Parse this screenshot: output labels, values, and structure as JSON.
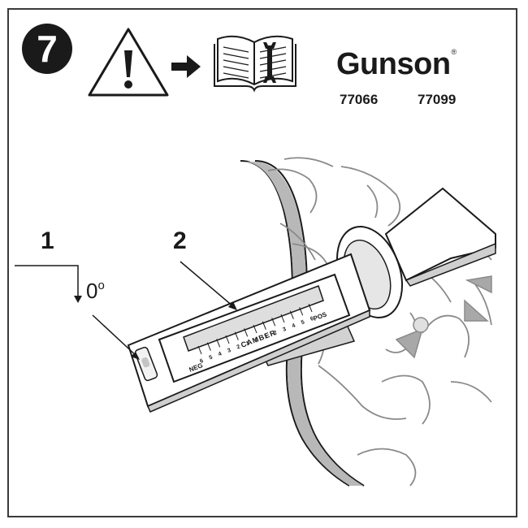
{
  "step_number": "7",
  "brand": {
    "name": "Gunson",
    "mark": "®"
  },
  "product_codes": [
    "77066",
    "77099"
  ],
  "callouts": {
    "one": "1",
    "two": "2"
  },
  "zero_angle": {
    "value": "0",
    "unit": "o"
  },
  "gauge": {
    "neg_label": "NEG",
    "pos_label": "POS",
    "scale_title": "CAMBER",
    "ticks": [
      "6",
      "5",
      "4",
      "3",
      "2",
      "1",
      "0",
      "1",
      "2",
      "3",
      "4",
      "5",
      "6"
    ]
  },
  "icons": [
    "warning-triangle-icon",
    "right-arrow-icon",
    "manual-book-icon",
    "wrench-icon"
  ]
}
